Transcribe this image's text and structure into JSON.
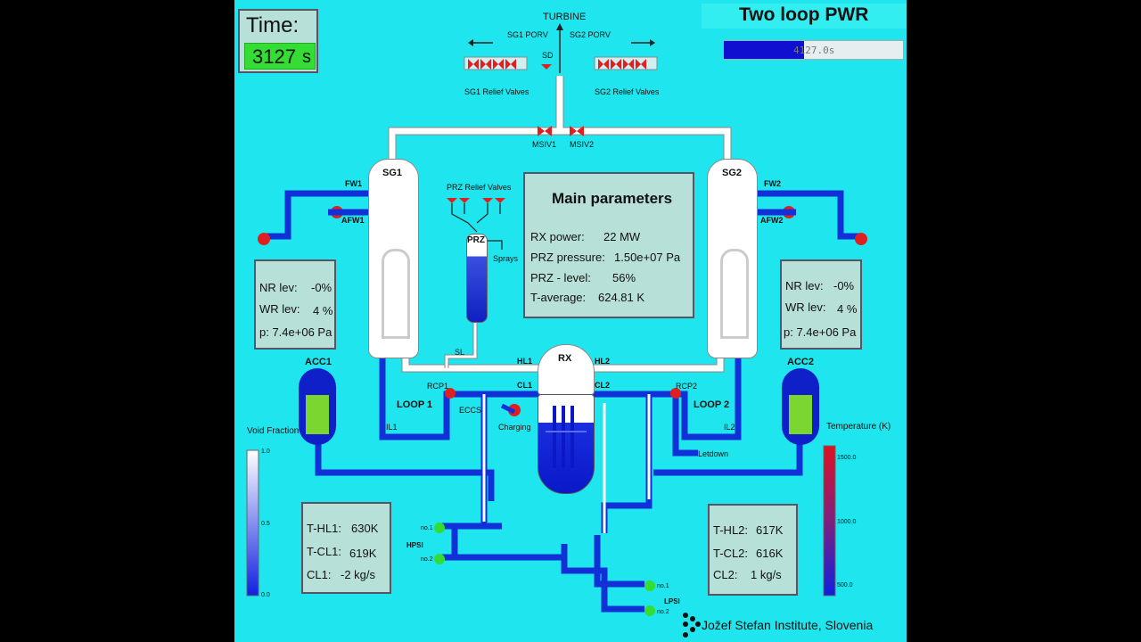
{
  "header": {
    "time_label": "Time:",
    "time_value": "3127",
    "time_unit": "s",
    "title": "Two loop PWR",
    "progress_text": "4127.0s",
    "progress_fraction": 0.45
  },
  "labels": {
    "turbine": "TURBINE",
    "sg1_porv": "SG1 PORV",
    "sg2_porv": "SG2 PORV",
    "sd": "SD",
    "sg1_relief": "SG1 Relief Valves",
    "sg2_relief": "SG2 Relief Valves",
    "msiv1": "MSIV1",
    "msiv2": "MSIV2",
    "sg1": "SG1",
    "sg2": "SG2",
    "fw1": "FW1",
    "afw1": "AFW1",
    "fw2": "FW2",
    "afw2": "AFW2",
    "prz_relief": "PRZ Relief Valves",
    "prz": "PRZ",
    "sprays": "Sprays",
    "sl": "SL",
    "rx": "RX",
    "hl1": "HL1",
    "hl2": "HL2",
    "cl1": "CL1",
    "cl2": "CL2",
    "rcp1": "RCP1",
    "rcp2": "RCP2",
    "loop1": "LOOP 1",
    "loop2": "LOOP 2",
    "eccs": "ECCS",
    "charging": "Charging",
    "il1": "IL1",
    "il2": "IL2",
    "acc1": "ACC1",
    "acc2": "ACC2",
    "letdown": "Letdown",
    "hpsi": "HPSI",
    "lpsi": "LPSI",
    "no1": "no.1",
    "no2": "no.2",
    "void_fraction": "Void Fraction",
    "temperature": "Temperature (K)",
    "void_ticks": [
      "1.0",
      "0.5",
      "0.0"
    ],
    "temp_ticks": [
      "1500.0",
      "1000.0",
      "500.0"
    ],
    "credit": "Jožef Stefan Institute, Slovenia"
  },
  "main_params": {
    "title": "Main parameters",
    "rows": [
      {
        "label": "RX power:",
        "value": "22  MW"
      },
      {
        "label": "PRZ pressure:",
        "value": "1.50e+07 Pa"
      },
      {
        "label": "PRZ - level:",
        "value": "56%"
      },
      {
        "label": "T-average:",
        "value": "624.81 K"
      }
    ]
  },
  "sg1_box": [
    {
      "label": "NR lev:",
      "value": "-0%"
    },
    {
      "label": "WR lev:",
      "value": "4 %"
    },
    {
      "label": "p: 7.4e+06 Pa",
      "value": ""
    }
  ],
  "sg2_box": [
    {
      "label": "NR lev:",
      "value": "-0%"
    },
    {
      "label": "WR lev:",
      "value": "4 %"
    },
    {
      "label": "p: 7.4e+06 Pa",
      "value": ""
    }
  ],
  "loop1_box": [
    {
      "label": "T-HL1:",
      "value": "630K"
    },
    {
      "label": "T-CL1:",
      "value": "619K"
    },
    {
      "label": "CL1:",
      "value": "-2 kg/s"
    }
  ],
  "loop2_box": [
    {
      "label": "T-HL2:",
      "value": "617K"
    },
    {
      "label": "T-CL2:",
      "value": "616K"
    },
    {
      "label": "CL2:",
      "value": "1 kg/s"
    }
  ],
  "colors": {
    "background": "#1fe6ee",
    "cold_pipe": "#1230d8",
    "hot_pipe": "#ffffff",
    "valve": "#e02020",
    "accumulator_fill": "#7cd630",
    "timer_bg": "#33dd33"
  }
}
